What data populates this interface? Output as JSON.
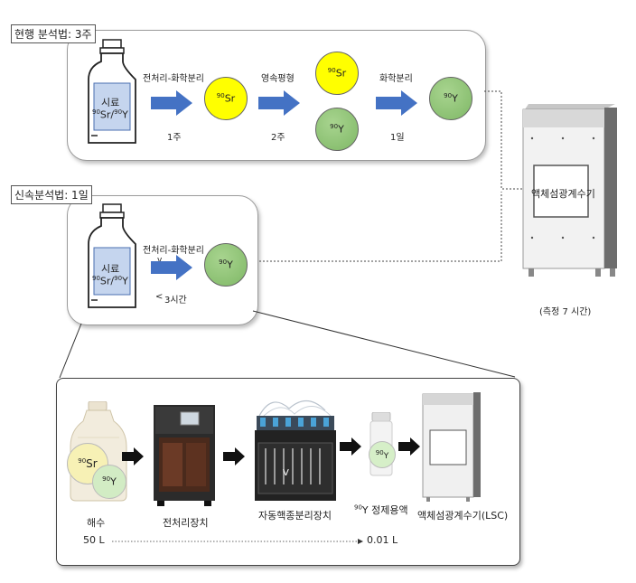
{
  "current_method": {
    "title": "현행 분석법: 3주",
    "sample_label": "시료",
    "sample_isotopes": "90Sr/90Y",
    "steps": [
      {
        "label": "전처리-화학분리",
        "time": "1주"
      },
      {
        "label": "영속평형",
        "time": "2주"
      },
      {
        "label": "화학분리",
        "time": "1일"
      }
    ],
    "nuclides": {
      "sr": "Sr",
      "y": "Y",
      "mass": "90"
    }
  },
  "rapid_method": {
    "title": "신속분석법: 1일",
    "sample_label": "시료",
    "sample_isotopes": "90Sr/90Y",
    "step_label": "전처리-화학분리",
    "step_time": "3시간",
    "step_arrow_mark": "v",
    "step_time_prefix": "<"
  },
  "lsc": {
    "label": "액체섬광계수기",
    "measure_caption": "(측정 7 시간)"
  },
  "workflow": {
    "seawater_label": "해수",
    "pretreatment_label": "전처리장치",
    "auto_separation_label": "자동핵종분리장치",
    "purified_label": "정제용액",
    "purified_prefix": "90Y",
    "lsc_label": "액체섬광계수기(LSC)",
    "start_volume": "50 L",
    "end_volume": "0.01 L",
    "marker_v": "V"
  },
  "colors": {
    "arrow_blue": "#4472c4",
    "yellow": "#ffff00",
    "green": "#93c47d"
  }
}
